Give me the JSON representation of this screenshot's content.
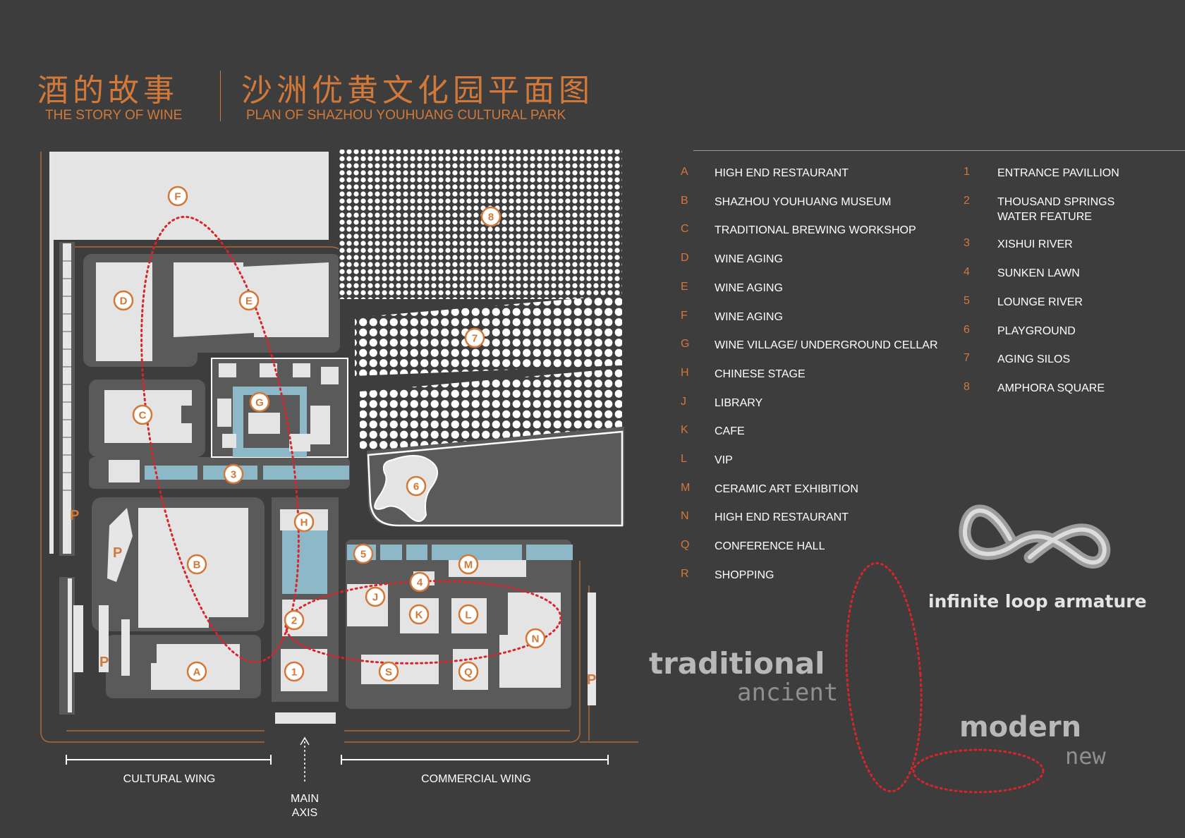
{
  "header": {
    "title_cn_left": "酒的故事",
    "title_en_left": "THE STORY OF WINE",
    "title_cn_right": "沙洲优黄文化园平面图",
    "title_en_right": "PLAN OF SHAZHOU YOUHUANG CULTURAL PARK"
  },
  "colors": {
    "background": "#3d3d3d",
    "accent_orange": "#d2793a",
    "building_light": "#e4e4e4",
    "water_blue": "#8cb8c8",
    "path_red": "#d9242a",
    "white": "#ffffff"
  },
  "map": {
    "markers_letters": [
      "A",
      "B",
      "C",
      "D",
      "E",
      "F",
      "G",
      "H",
      "J",
      "K",
      "L",
      "M",
      "N",
      "Q",
      "S"
    ],
    "markers_numbers": [
      "1",
      "2",
      "3",
      "4",
      "5",
      "6",
      "7",
      "8"
    ],
    "parking_label": "P",
    "wings": {
      "cultural": "CULTURAL WING",
      "commercial": "COMMERCIAL WING",
      "main_axis": "MAIN\nAXIS"
    }
  },
  "legend": {
    "letters": [
      {
        "key": "A",
        "name": "HIGH END RESTAURANT"
      },
      {
        "key": "B",
        "name": "SHAZHOU YOUHUANG MUSEUM"
      },
      {
        "key": "C",
        "name": "TRADITIONAL BREWING WORKSHOP"
      },
      {
        "key": "D",
        "name": "WINE AGING"
      },
      {
        "key": "E",
        "name": "WINE AGING"
      },
      {
        "key": "F",
        "name": "WINE AGING"
      },
      {
        "key": "G",
        "name": "WINE VILLAGE/ UNDERGROUND CELLAR"
      },
      {
        "key": "H",
        "name": "CHINESE STAGE"
      },
      {
        "key": "J",
        "name": "LIBRARY"
      },
      {
        "key": "K",
        "name": "CAFE"
      },
      {
        "key": "L",
        "name": "VIP"
      },
      {
        "key": "M",
        "name": "CERAMIC ART EXHIBITION"
      },
      {
        "key": "N",
        "name": "HIGH END RESTAURANT"
      },
      {
        "key": "Q",
        "name": "CONFERENCE HALL"
      },
      {
        "key": "R",
        "name": "SHOPPING"
      }
    ],
    "numbers": [
      {
        "key": "1",
        "name": "ENTRANCE PAVILLION"
      },
      {
        "key": "2",
        "name": "THOUSAND SPRINGS\nWATER FEATURE"
      },
      {
        "key": "3",
        "name": "XISHUI RIVER"
      },
      {
        "key": "4",
        "name": "SUNKEN LAWN"
      },
      {
        "key": "5",
        "name": "LOUNGE RIVER"
      },
      {
        "key": "6",
        "name": "PLAYGROUND"
      },
      {
        "key": "7",
        "name": "AGING SILOS"
      },
      {
        "key": "8",
        "name": "AMPHORA SQUARE"
      }
    ]
  },
  "concept": {
    "loop_label": "infinite loop armature",
    "traditional": "traditional",
    "ancient": "ancient",
    "modern": "modern",
    "new": "new"
  }
}
